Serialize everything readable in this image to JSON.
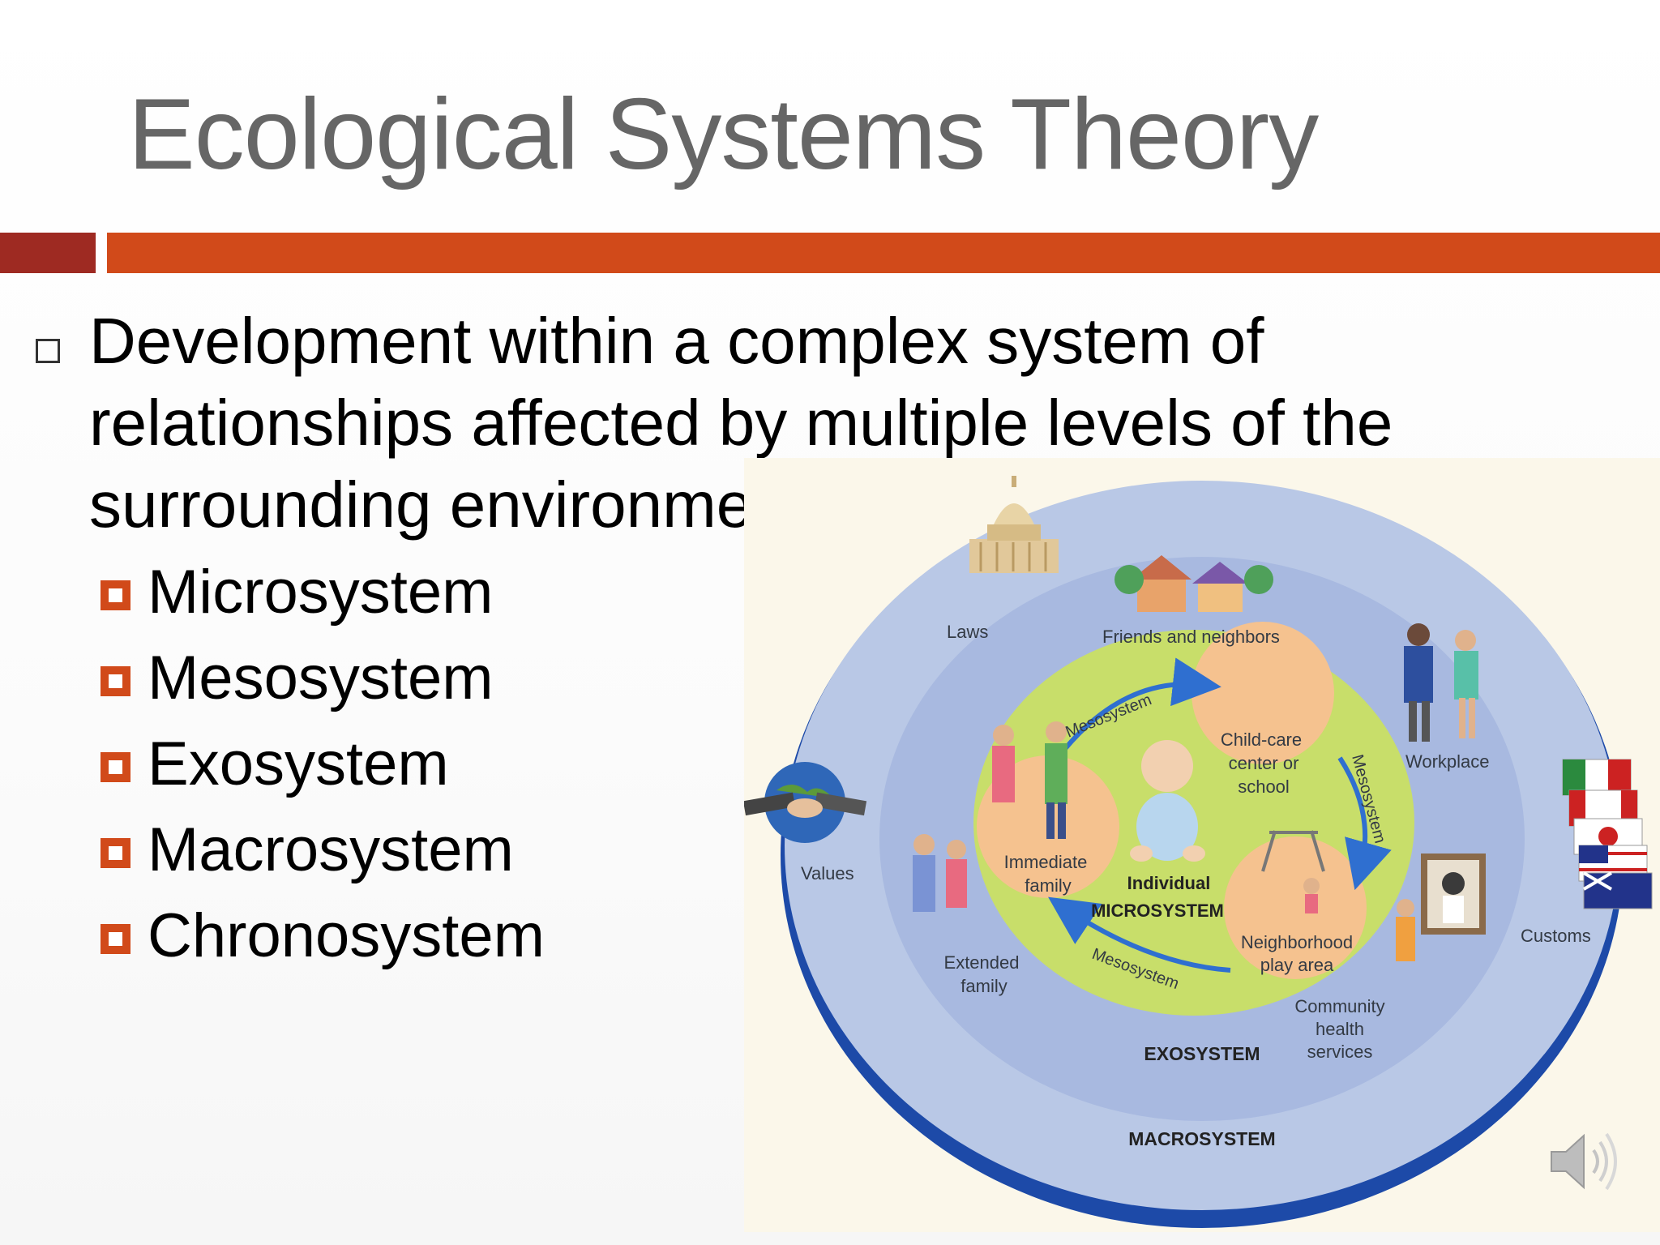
{
  "slide": {
    "title": "Ecological Systems Theory",
    "main_bullet": "Development within a complex system of relationships affected by multiple levels of the surrounding environment",
    "sub_bullets": [
      "Microsystem",
      "Mesosystem",
      "Exosystem",
      "Macrosystem",
      "Chronosystem"
    ]
  },
  "diagram": {
    "levels": {
      "individual": "Individual",
      "microsystem": "MICROSYSTEM",
      "exosystem": "EXOSYSTEM",
      "macrosystem": "MACROSYSTEM"
    },
    "mesosystem_label": "Mesosystem",
    "micro_settings": {
      "immediate_family": [
        "Immediate",
        "family"
      ],
      "child_care": [
        "Child-care",
        "center or",
        "school"
      ],
      "neighborhood": [
        "Neighborhood",
        "play area"
      ]
    },
    "exo_settings": {
      "friends": "Friends and neighbors",
      "workplace": "Workplace",
      "extended_family": [
        "Extended",
        "family"
      ],
      "community_health": [
        "Community",
        "health",
        "services"
      ]
    },
    "macro_settings": {
      "laws": "Laws",
      "values": "Values",
      "customs": "Customs"
    }
  },
  "icons": [
    "capitol-building-icon",
    "handshake-globe-icon",
    "flags-icon",
    "speaker-icon"
  ],
  "colors": {
    "title_text": "#666666",
    "accent_dark": "#9e2a22",
    "accent": "#d14a1a",
    "macro_ring": "#b9c8e6",
    "exo_ring": "#a8b9e0",
    "micro_disk": "#c8de6a",
    "setting_circle": "#f5c28f",
    "arrow_blue": "#2f6fd0"
  }
}
